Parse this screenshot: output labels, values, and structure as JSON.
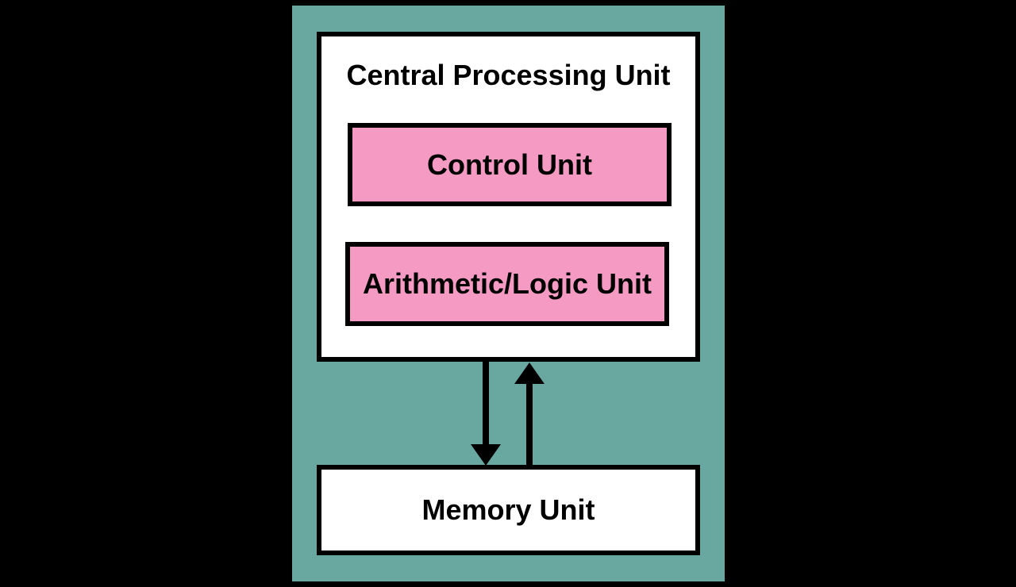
{
  "diagram": {
    "cpu": {
      "title": "Central Processing Unit",
      "children": [
        {
          "id": "control",
          "label": "Control Unit"
        },
        {
          "id": "alu",
          "label": "Arithmetic/Logic Unit"
        }
      ]
    },
    "memory": {
      "label": "Memory Unit"
    },
    "arrows": [
      {
        "direction": "down",
        "from": "Central Processing Unit",
        "to": "Memory Unit"
      },
      {
        "direction": "up",
        "from": "Memory Unit",
        "to": "Central Processing Unit"
      }
    ],
    "colors": {
      "page_background": "#000000",
      "panel_background": "#68A8A1",
      "unit_fill": "#F49AC3",
      "box_background": "#FFFFFF",
      "border": "#000000",
      "text": "#000000"
    }
  }
}
